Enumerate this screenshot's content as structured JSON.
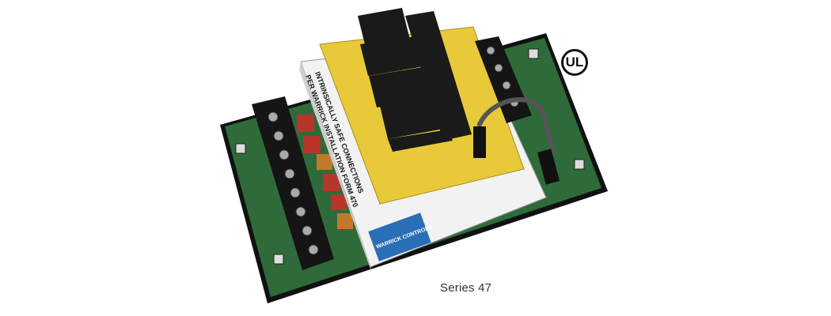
{
  "product": {
    "caption": "Series 47",
    "certification_mark": "UL",
    "label_text": [
      "INTRINSICALLY SAFE CONNECTIONS",
      "PER WARRICK INSTALLATION FORM 470"
    ],
    "brand": "WARRICK CONTROLS"
  },
  "colors": {
    "pcb": "#2f6b3a",
    "relay_board": "#e8c93a",
    "relay": "#1a1a1a",
    "housing": "#f2f2f2"
  }
}
